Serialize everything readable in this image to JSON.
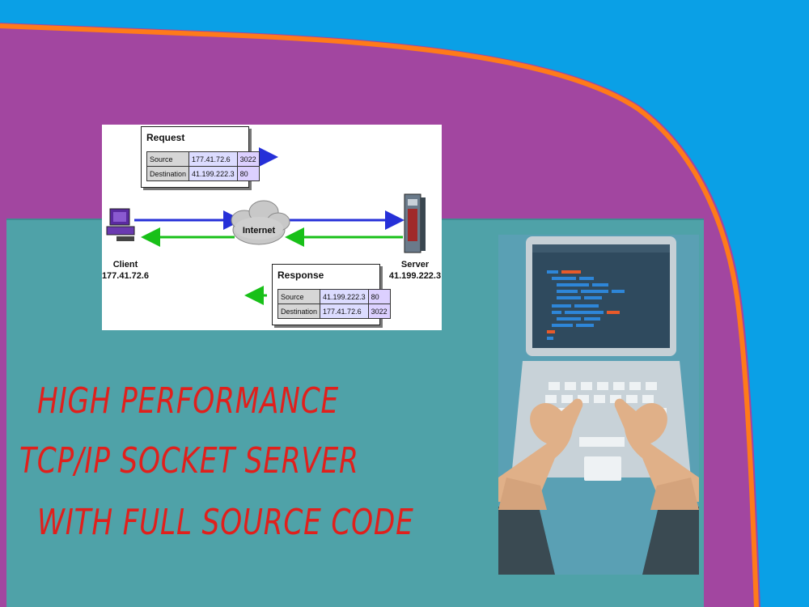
{
  "colors": {
    "sky": "#0aa0e6",
    "purple": "#a246a0",
    "orange_curve": "#ff7a1a",
    "teal_panel": "#4fa2a8",
    "title_red": "#e0201c"
  },
  "diagram": {
    "request": {
      "title": "Request",
      "rows": [
        {
          "label": "Source",
          "address": "177.41.72.6",
          "port": "3022"
        },
        {
          "label": "Destination",
          "address": "41.199.222.3",
          "port": "80"
        }
      ]
    },
    "response": {
      "title": "Response",
      "rows": [
        {
          "label": "Source",
          "address": "41.199.222.3",
          "port": "80"
        },
        {
          "label": "Destination",
          "address": "177.41.72.6",
          "port": "3022"
        }
      ]
    },
    "internet_label": "Internet",
    "client": {
      "label": "Client",
      "ip": "177.41.72.6"
    },
    "server": {
      "label": "Server",
      "ip": "41.199.222.3"
    }
  },
  "headline": {
    "line1": "HIGH PERFORMANCE",
    "line2": "TCP/IP SOCKET SERVER",
    "line3": "WITH FULL SOURCE CODE"
  },
  "illustration": {
    "icon": "laptop-coding-icon"
  }
}
